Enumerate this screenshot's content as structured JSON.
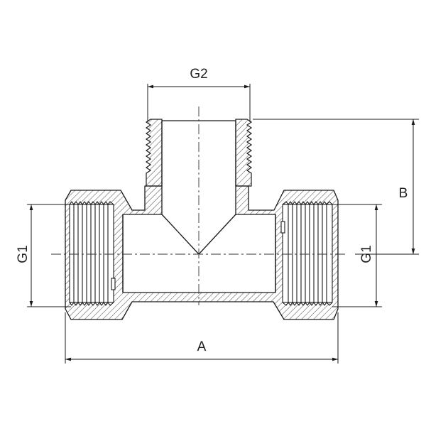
{
  "labels": {
    "g2": "G2",
    "b": "B",
    "g1_left": "G1",
    "g1_right": "G1",
    "a": "A"
  },
  "colors": {
    "line": "#1a1a1a",
    "hatch": "#555555",
    "fill": "#ffffff"
  }
}
